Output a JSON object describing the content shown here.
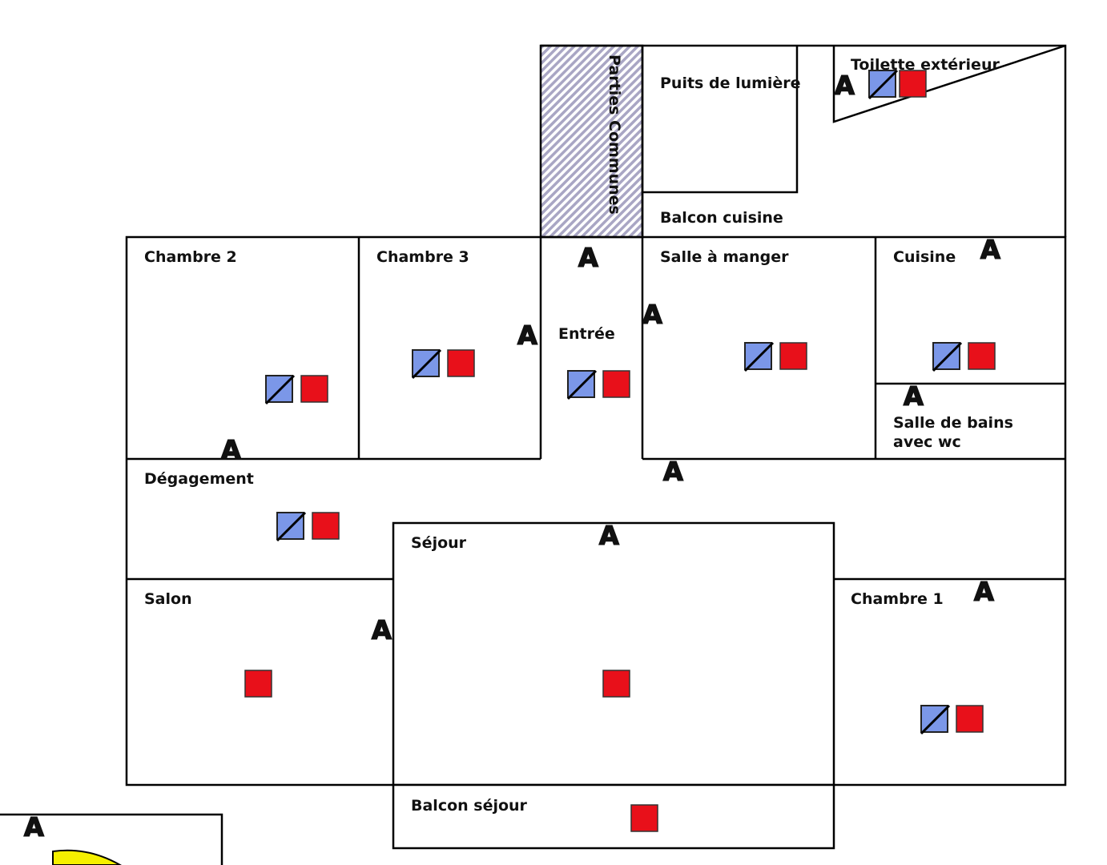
{
  "rooms": {
    "parties_communes": "Parties Communes",
    "puits_lumiere": "Puits de lumière",
    "toilette_exterieur": "Toilette extérieur",
    "balcon_cuisine": "Balcon cuisine",
    "chambre_2": "Chambre 2",
    "chambre_3": "Chambre 3",
    "salle_a_manger": "Salle à manger",
    "cuisine": "Cuisine",
    "entree": "Entrée",
    "salle_de_bains_line1": "Salle de bains",
    "salle_de_bains_line2": "avec wc",
    "degagement": "Dégagement",
    "sejour": "Séjour",
    "salon": "Salon",
    "chambre_1": "Chambre 1",
    "balcon_sejour": "Balcon séjour"
  },
  "symbol_letter": "A",
  "colors": {
    "blue_symbol": "#7b97e8",
    "red_symbol": "#e8101a",
    "a_symbol_fill": "#8a8a8a",
    "hatch": "#a9a6c4",
    "legend_yellow": "#f5f000"
  }
}
